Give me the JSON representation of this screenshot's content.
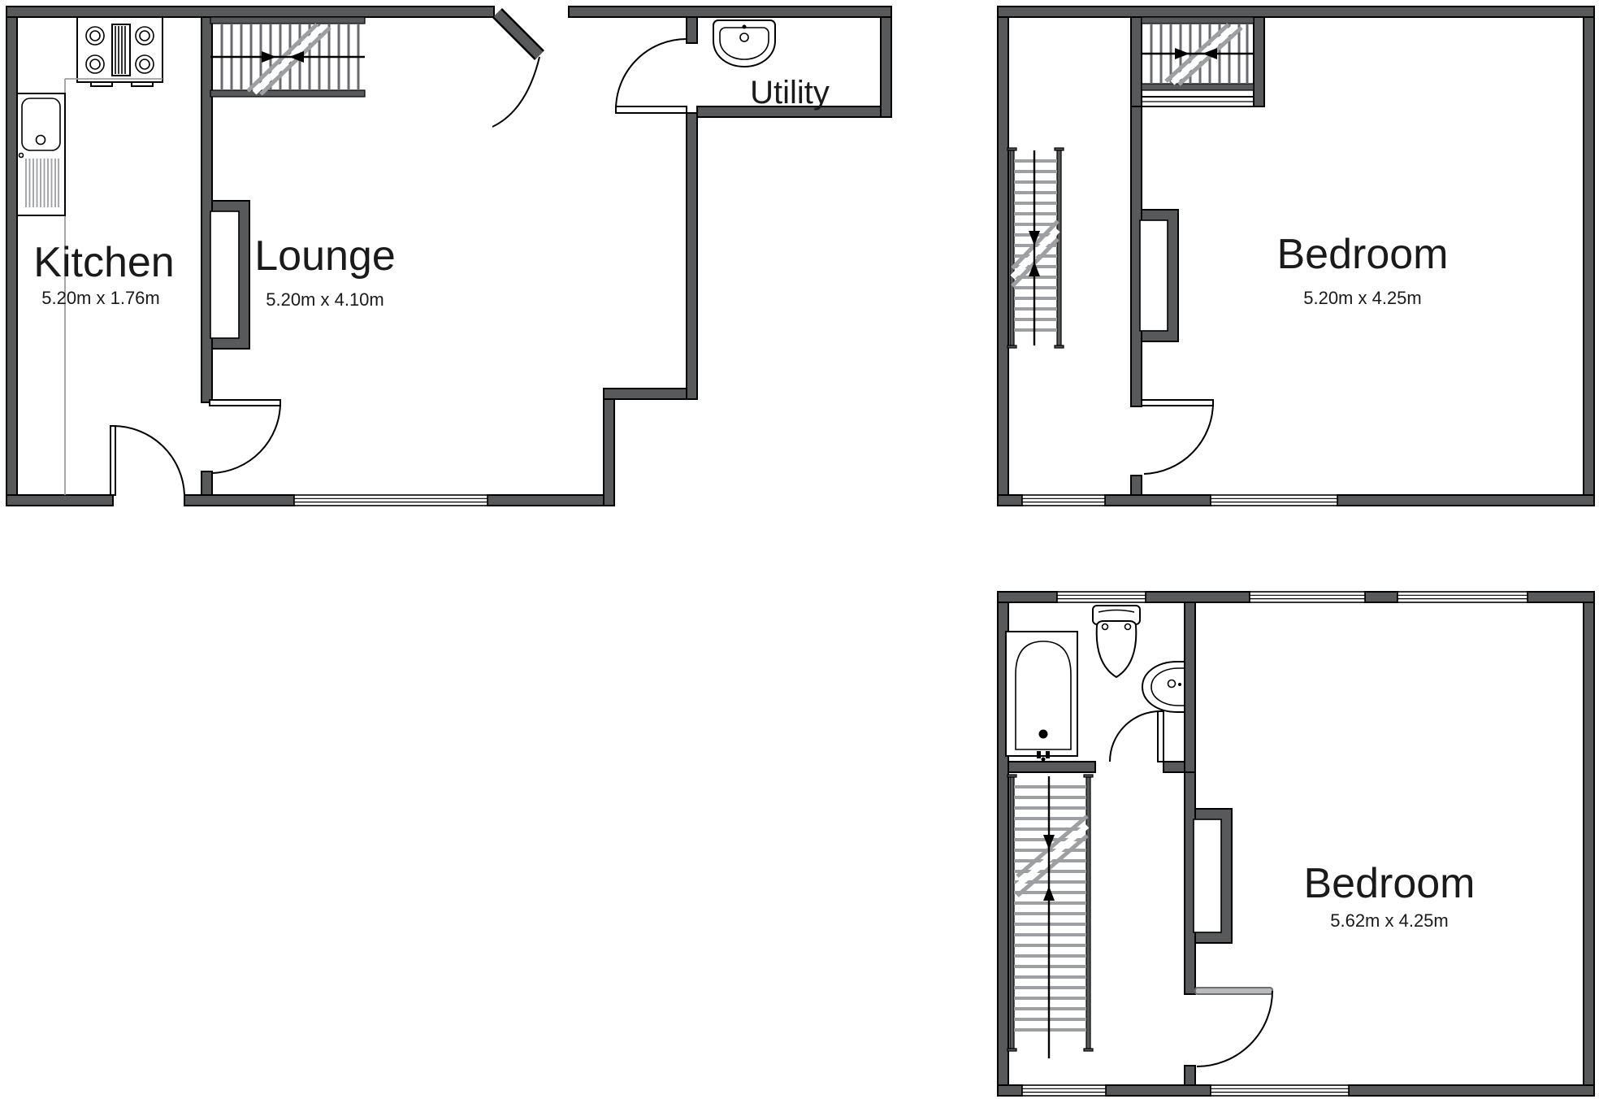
{
  "document": {
    "type": "floorplan",
    "floor_count": 3
  },
  "rooms": {
    "kitchen": {
      "label": "Kitchen",
      "dims": "5.20m x 1.76m"
    },
    "lounge": {
      "label": "Lounge",
      "dims": "5.20m x 4.10m"
    },
    "utility": {
      "label": "Utility"
    },
    "bedroom_first": {
      "label": "Bedroom",
      "dims": "5.20m x 4.25m"
    },
    "bedroom_second": {
      "label": "Bedroom",
      "dims": "5.62m x 4.25m"
    }
  },
  "fixtures": {
    "ground_floor": [
      "stove-icon",
      "kitchen-sink-icon",
      "utility-basin-icon",
      "staircase",
      "entry-door",
      "kitchen-door",
      "lounge-door",
      "utility-door",
      "window"
    ],
    "first_floor": [
      "staircase-up",
      "staircase-down",
      "chimney-breast",
      "bedroom-door",
      "windows"
    ],
    "second_floor": [
      "bath-icon",
      "toilet-icon",
      "basin-icon",
      "staircase-down",
      "chimney-breast",
      "bathroom-door",
      "bedroom-door",
      "windows"
    ]
  },
  "colors": {
    "wall": "#58595b",
    "outline": "#000000",
    "stair_tread": "#9d9fa2",
    "label_text": "#1a1a1a",
    "background": "#ffffff"
  }
}
